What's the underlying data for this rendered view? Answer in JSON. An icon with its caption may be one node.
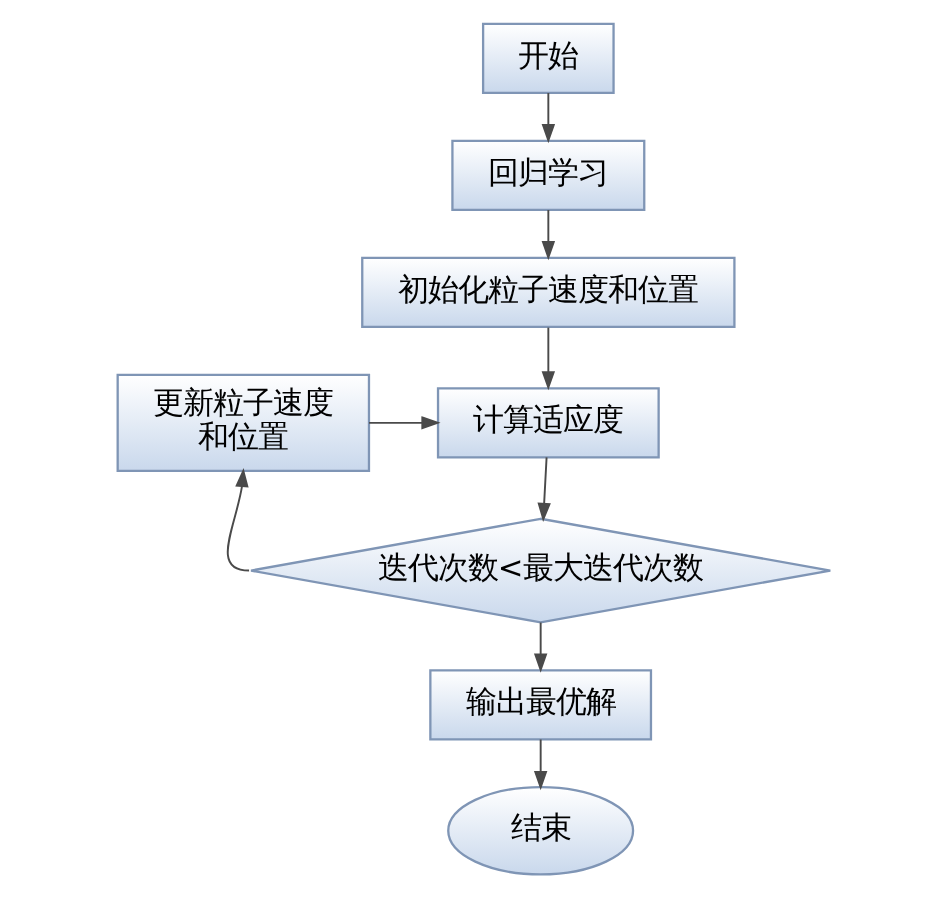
{
  "diagram": {
    "nodes": [
      {
        "text": [
          "开始"
        ]
      },
      {
        "text": [
          "回归学习"
        ]
      },
      {
        "text": [
          "初始化粒子速度和位置"
        ]
      },
      {
        "text": [
          "计算适应度"
        ]
      },
      {
        "text": [
          "更新粒子速度和位置"
        ]
      },
      {
        "text": [
          "迭代次数<最大迭代次数"
        ]
      },
      {
        "text": [
          "输出最优解"
        ]
      },
      {
        "text": [
          "结束"
        ]
      }
    ],
    "edges": [
      {
        "from": 0,
        "to": 1,
        "arrow": "to"
      },
      {
        "from": 1,
        "to": 2,
        "arrow": "to"
      },
      {
        "from": 2,
        "to": 3,
        "arrow": "to"
      },
      {
        "from": 3,
        "to": 5,
        "arrow": "to"
      },
      {
        "from": 5,
        "to": 6,
        "arrow": "to"
      },
      {
        "from": 6,
        "to": 7,
        "arrow": "to"
      },
      {
        "from": 5,
        "to": 4,
        "arrow": "to"
      },
      {
        "from": 4,
        "to": 3,
        "arrow": "to"
      }
    ]
  }
}
